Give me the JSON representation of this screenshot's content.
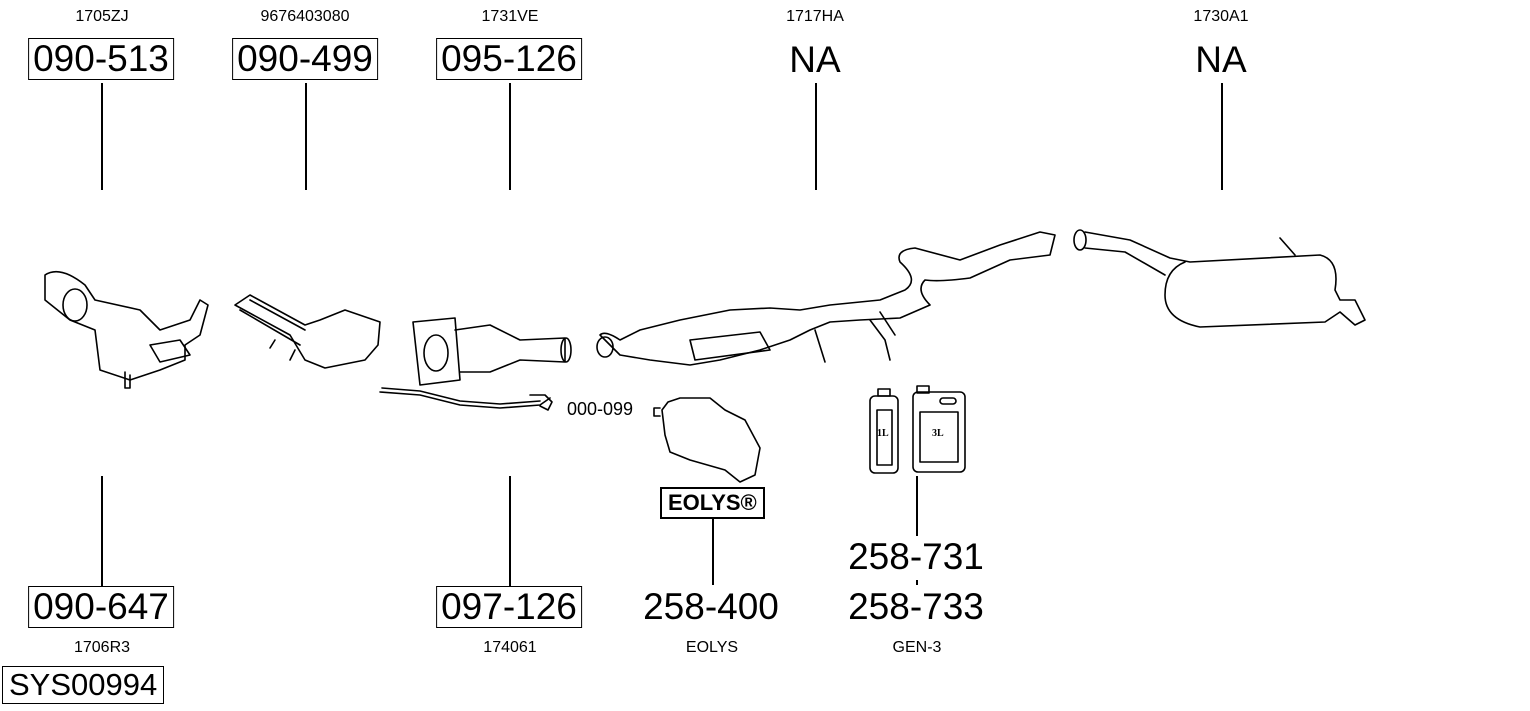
{
  "top_parts": [
    {
      "ref": "1705ZJ",
      "part": "090-513"
    },
    {
      "ref": "9676403080",
      "part": "090-499"
    },
    {
      "ref": "1731VE",
      "part": "095-126"
    },
    {
      "ref": "1717HA",
      "part": "NA"
    },
    {
      "ref": "1730A1",
      "part": "NA"
    }
  ],
  "bottom_parts": [
    {
      "ref": "1706R3",
      "part": "090-647"
    },
    {
      "ref": "174061",
      "part": "097-126"
    },
    {
      "ref": "EOLYS",
      "part": "258-400"
    },
    {
      "ref": "GEN-3",
      "part": "258-731",
      "part2": "258-733"
    }
  ],
  "sensor_part": "000-099",
  "eolys_logo": "EOLYS®",
  "bottle_labels": [
    "1L",
    "3L"
  ],
  "system_id": "SYS00994"
}
